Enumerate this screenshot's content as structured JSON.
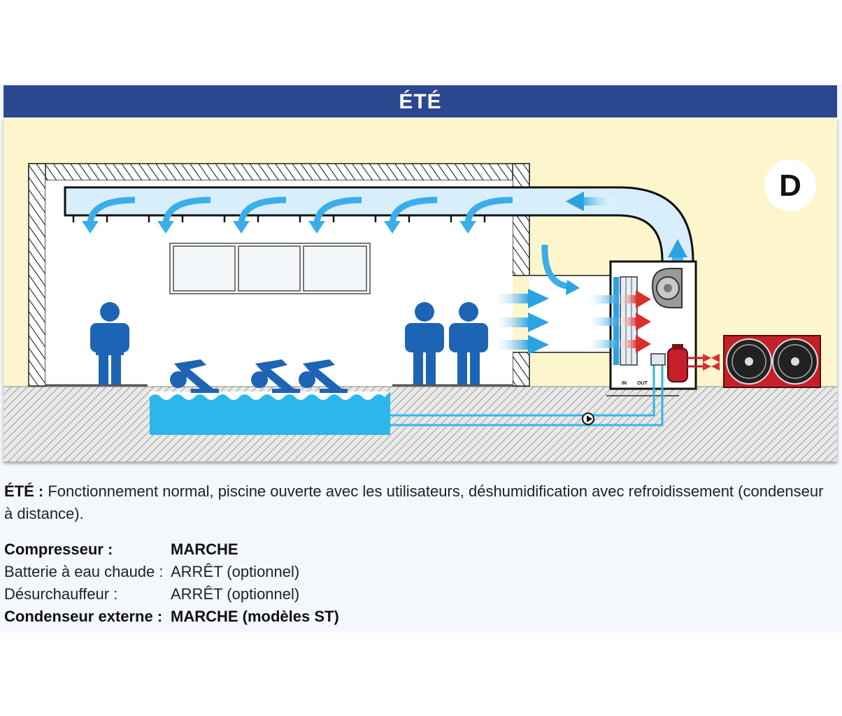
{
  "banner": {
    "title": "ÉTÉ"
  },
  "badge": {
    "letter": "D"
  },
  "caption": {
    "lead": "ÉTÉ :",
    "text": " Fonctionnement normal, piscine ouverte avec les utilisateurs, déshumidification avec refroidissement (condenseur à distance)."
  },
  "status": [
    {
      "label": "Compresseur :",
      "value": "MARCHE",
      "bold": true
    },
    {
      "label": "Batterie à eau chaude :",
      "value": "ARRÊT (optionnel)",
      "bold": false
    },
    {
      "label": "Désurchauffeur :",
      "value": "ARRÊT (optionnel)",
      "bold": false
    },
    {
      "label": "Condenseur externe :",
      "value": "MARCHE (modèles ST)",
      "bold": true
    }
  ],
  "unit_labels": {
    "in": "IN",
    "out": "OUT"
  },
  "colors": {
    "banner": "#2b4790",
    "background": "#fdf6cd",
    "people": "#1d64b4",
    "water": "#2cb7ea",
    "air_arrow": "#3aaee8",
    "hot_arrow": "#d9302c",
    "condenser": "#c4202a"
  }
}
